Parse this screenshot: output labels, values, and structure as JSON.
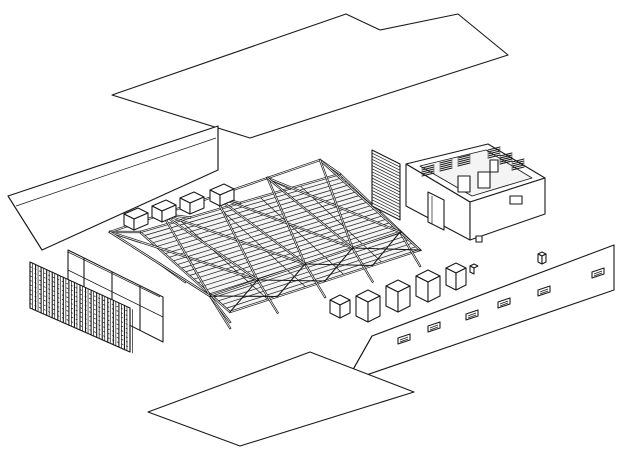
{
  "drawing": {
    "type": "exploded-axonometric",
    "line_color": "#1a1a1a",
    "background_color": "#ffffff",
    "components": [
      {
        "name": "roof-slab"
      },
      {
        "name": "back-wall"
      },
      {
        "name": "louvered-facade-panel"
      },
      {
        "name": "glazed-end-wall"
      },
      {
        "name": "space-frame-truss"
      },
      {
        "name": "rooftop-hvac-units"
      },
      {
        "name": "annex-module"
      },
      {
        "name": "equipment-cabinets"
      },
      {
        "name": "front-wall-with-vents"
      },
      {
        "name": "floor-slab"
      }
    ]
  }
}
